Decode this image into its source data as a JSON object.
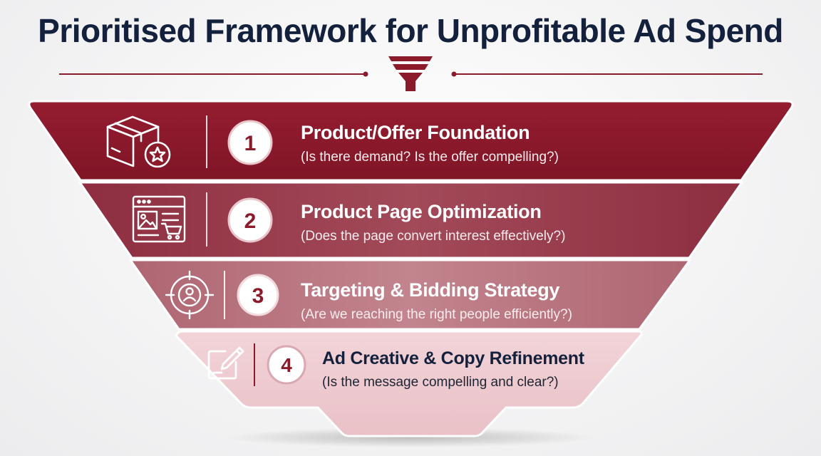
{
  "title": "Prioritised Framework for Unprofitable Ad Spend",
  "tiers": [
    {
      "number": "1",
      "title": "Product/Offer Foundation",
      "subtitle": "(Is there demand? Is the offer compelling?)",
      "icon": "product-box-star-icon"
    },
    {
      "number": "2",
      "title": "Product Page Optimization",
      "subtitle": "(Does the page convert interest effectively?)",
      "icon": "webpage-cart-icon"
    },
    {
      "number": "3",
      "title": "Targeting & Bidding Strategy",
      "subtitle": "(Are we reaching the right people efficiently?)",
      "icon": "target-person-icon"
    },
    {
      "number": "4",
      "title": "Ad Creative & Copy Refinement",
      "subtitle": "(Is the message compelling and clear?)",
      "icon": "edit-pencil-icon"
    }
  ],
  "colors": {
    "title": "#14213d",
    "tier1": "#8b1a2b",
    "tier2": "#9c3e4e",
    "tier3": "#b97682",
    "tier4": "#ecc9ce",
    "accent": "#8b1a2b"
  }
}
